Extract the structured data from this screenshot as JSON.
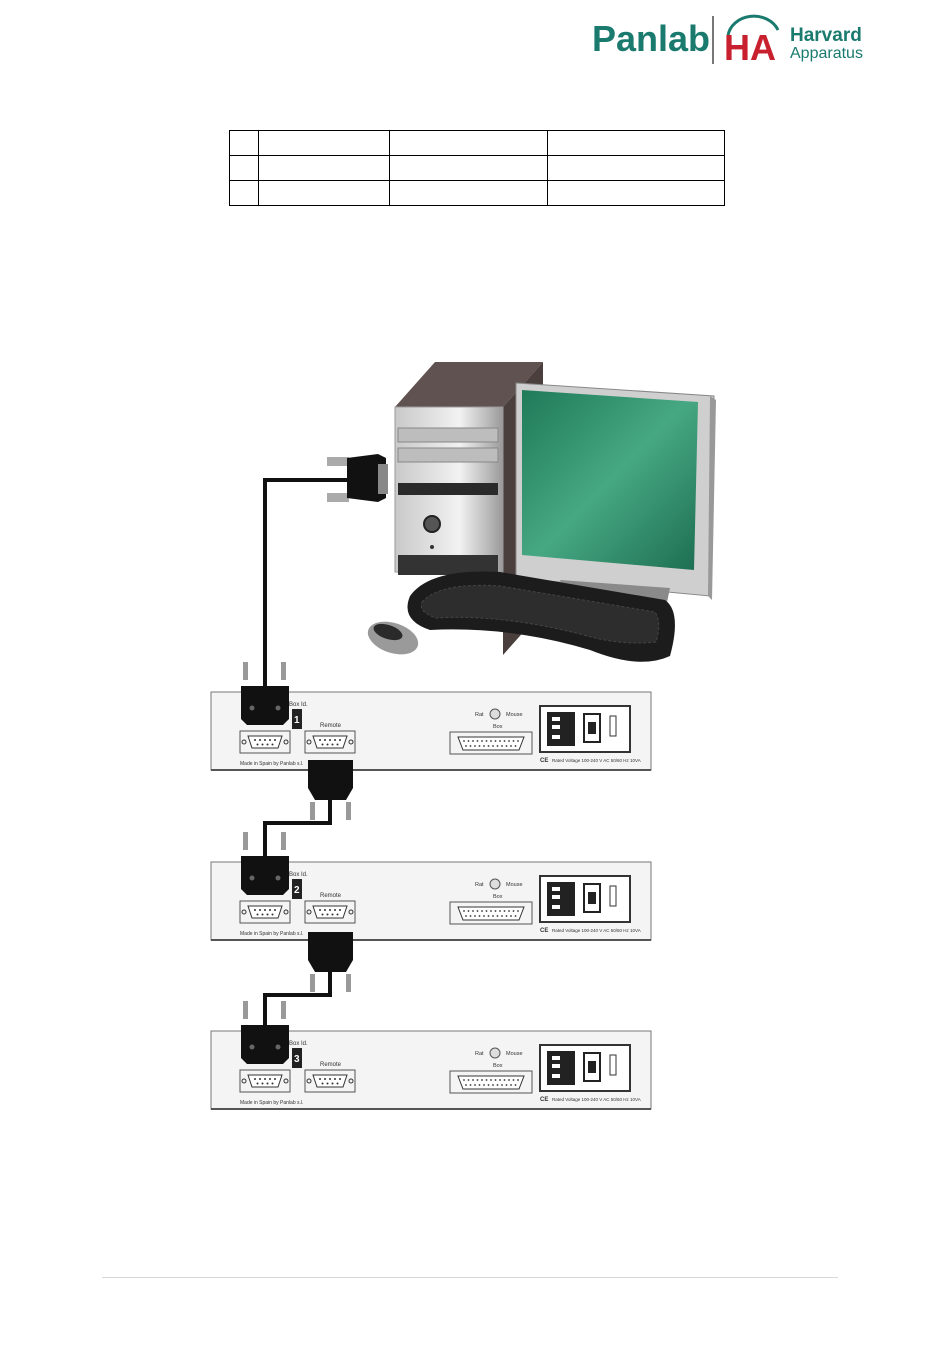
{
  "header": {
    "logo_panlab": "Panlab",
    "logo_ha": "HA",
    "logo_harvard": "Harvard",
    "logo_apparatus": "Apparatus"
  },
  "table": {
    "rows": [
      [
        "",
        "",
        "",
        ""
      ],
      [
        "",
        "",
        "",
        ""
      ],
      [
        "",
        "",
        "",
        ""
      ]
    ]
  },
  "figure": {
    "boxes": [
      {
        "box_id_label": "Box Id.",
        "box_id_value": "1",
        "remote_label": "Remote",
        "rat_label": "Rat",
        "mouse_label": "Mouse",
        "box_label": "Box",
        "made_in": "Made in Spain by Panlab s.l.",
        "ce": "CE",
        "rated": "Rated Voltage 100-240 V AC 50/60 Hz 10VA"
      },
      {
        "box_id_label": "Box Id.",
        "box_id_value": "2",
        "remote_label": "Remote",
        "rat_label": "Rat",
        "mouse_label": "Mouse",
        "box_label": "Box",
        "made_in": "Made in Spain by Panlab s.l.",
        "ce": "CE",
        "rated": "Rated Voltage 100-240 V AC 50/60 Hz 10VA"
      },
      {
        "box_id_label": "Box Id.",
        "box_id_value": "3",
        "remote_label": "Remote",
        "rat_label": "Rat",
        "mouse_label": "Mouse",
        "box_label": "Box",
        "made_in": "Made in Spain by Panlab s.l.",
        "ce": "CE",
        "rated": "Rated Voltage 100-240 V AC 50/60 Hz 10VA"
      }
    ]
  },
  "colors": {
    "panlab_teal": "#1a7a6e",
    "ha_red": "#c8202f",
    "screen_green": "#2f8f6c"
  }
}
